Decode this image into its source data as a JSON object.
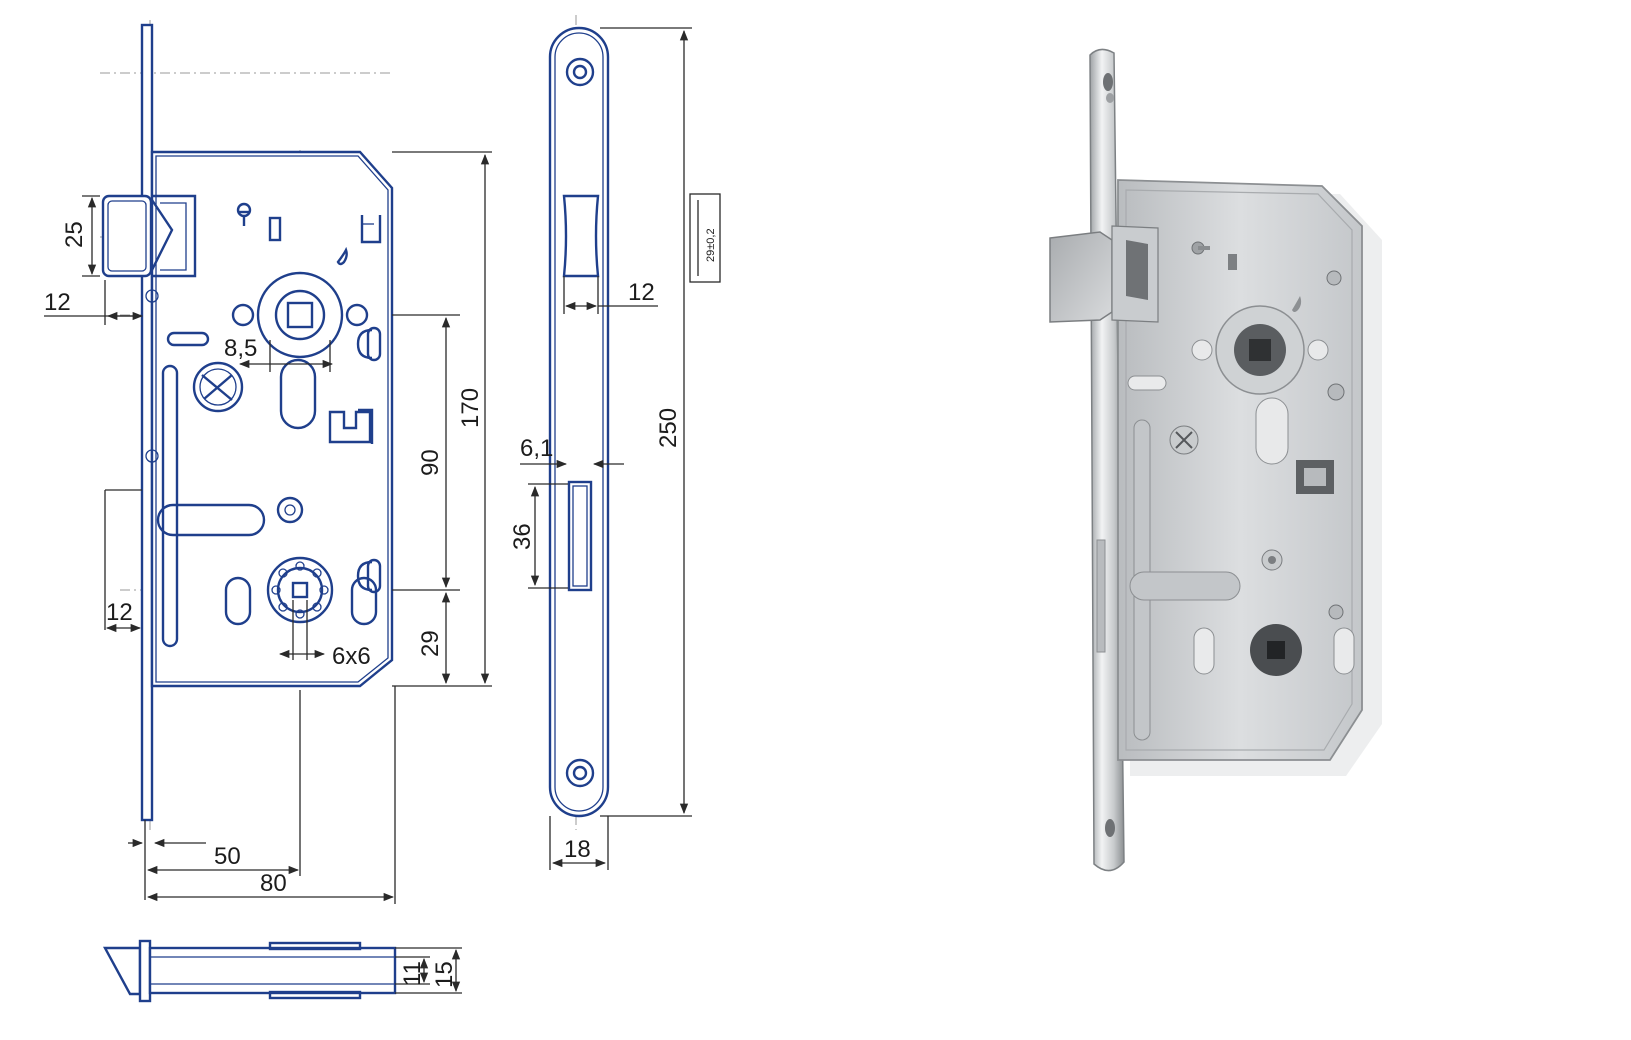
{
  "dimensions": {
    "backset_height_25": "25",
    "forend_offset_12": "12",
    "spindle_gap_8_5": "8,5",
    "center_distance_90": "90",
    "body_height_170": "170",
    "spindle_bottom_29": "29",
    "square_6x6": "6x6",
    "lower_offset_12": "12",
    "backset_50": "50",
    "depth_80": "80",
    "forend_thickness_11": "11",
    "forend_thickness_15": "15",
    "latch_width_12": "12",
    "striker_offset_6_1": "6,1",
    "bolt_height_36": "36",
    "plate_length_250": "250",
    "plate_width_18": "18",
    "tolerance_29": "29±0,2"
  },
  "colors": {
    "drawing_line": "#1f3f8c",
    "dimension_line": "#2a2a2a",
    "steel_light": "#d4d6d8",
    "steel_dark": "#8c8f92"
  }
}
